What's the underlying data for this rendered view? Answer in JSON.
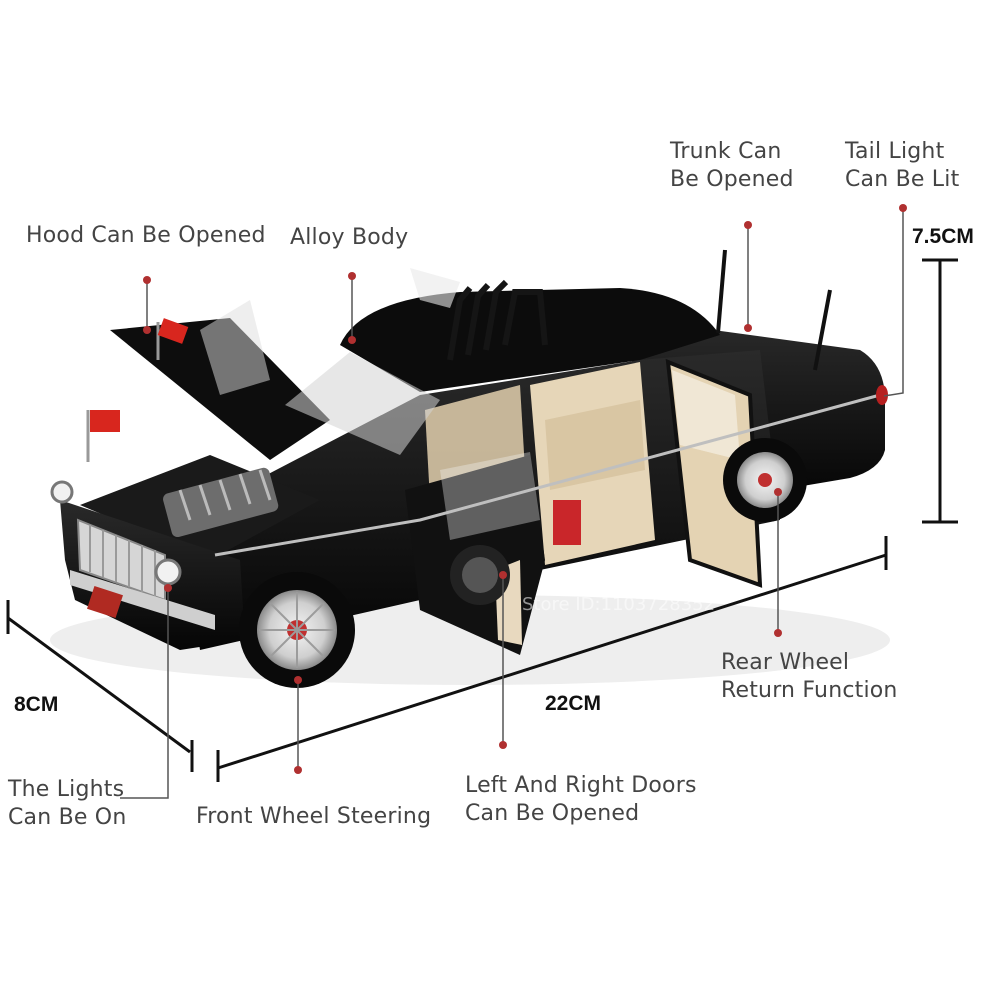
{
  "labels": {
    "hood": "Hood Can Be Opened",
    "alloy": "Alloy Body",
    "trunk_1": "Trunk Can",
    "trunk_2": "Be Opened",
    "tail_1": "Tail Light",
    "tail_2": "Can Be Lit",
    "rear_wheel_1": "Rear Wheel",
    "rear_wheel_2": "Return Function",
    "lights_1": "The Lights",
    "lights_2": "Can Be On",
    "front_wheel": "Front Wheel Steering",
    "doors_1": "Left And Right Doors",
    "doors_2": "Can Be Opened"
  },
  "dimensions": {
    "height": "7.5CM",
    "width": "8CM",
    "length": "22CM"
  },
  "watermark": "Store ID:1103728352",
  "colors": {
    "callout_dot": "#b03030",
    "callout_line": "#555555",
    "car_body": "#121212",
    "interior": "#e8d9bf",
    "flag_red": "#d8261e"
  }
}
